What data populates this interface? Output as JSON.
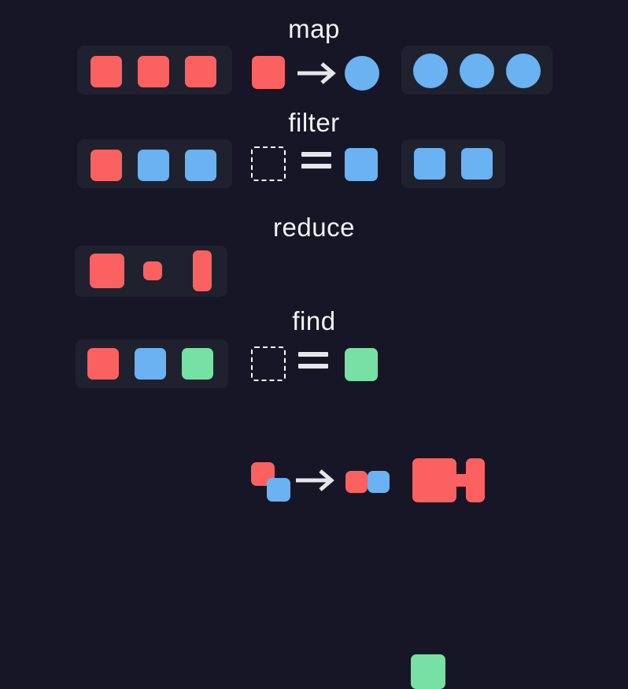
{
  "page": {
    "background_color": "#161627",
    "panel_color": "#20212F",
    "text_color": "#F2F2F7"
  },
  "palette": {
    "red": "#FB6161",
    "blue": "#6AB2F2",
    "green": "#77E0A4",
    "outline": "#FFFFFF",
    "glyph": "#E6E6EB"
  },
  "rows": [
    {
      "id": "map",
      "title": "map",
      "input": {
        "label": "input-collection",
        "items": [
          {
            "shape": "square",
            "color": "red"
          },
          {
            "shape": "square",
            "color": "red"
          },
          {
            "shape": "square",
            "color": "red"
          }
        ]
      },
      "operation": {
        "label": "map-operation",
        "operator": "arrow",
        "operator_glyph": "→",
        "from": [
          {
            "shape": "square",
            "color": "red"
          }
        ],
        "to": [
          {
            "shape": "circle",
            "color": "blue"
          }
        ]
      },
      "output": {
        "label": "output-collection",
        "items": [
          {
            "shape": "circle",
            "color": "blue"
          },
          {
            "shape": "circle",
            "color": "blue"
          },
          {
            "shape": "circle",
            "color": "blue"
          }
        ]
      }
    },
    {
      "id": "filter",
      "title": "filter",
      "input": {
        "label": "input-collection",
        "items": [
          {
            "shape": "square",
            "color": "red"
          },
          {
            "shape": "square",
            "color": "blue"
          },
          {
            "shape": "square",
            "color": "blue"
          }
        ]
      },
      "operation": {
        "label": "filter-predicate",
        "operator": "equals",
        "operator_glyph": "=",
        "from": [
          {
            "shape": "square",
            "color": "none",
            "style": "dashed-outline"
          }
        ],
        "to": [
          {
            "shape": "square",
            "color": "blue"
          }
        ]
      },
      "output": {
        "label": "output-collection",
        "items": [
          {
            "shape": "square",
            "color": "blue"
          },
          {
            "shape": "square",
            "color": "blue"
          }
        ]
      }
    },
    {
      "id": "reduce",
      "title": "reduce",
      "input": {
        "label": "input-collection",
        "items": [
          {
            "shape": "square",
            "color": "red",
            "size": "large"
          },
          {
            "shape": "square",
            "color": "red",
            "size": "small"
          },
          {
            "shape": "rect-tall",
            "color": "red",
            "size": "tall"
          }
        ]
      },
      "operation": {
        "label": "reduce-accumulator",
        "operator": "arrow",
        "operator_glyph": "→",
        "from": [
          {
            "shape": "square",
            "color": "red"
          },
          {
            "shape": "square",
            "color": "blue"
          }
        ],
        "to": [
          {
            "shape": "square",
            "color": "red"
          },
          {
            "shape": "square",
            "color": "blue"
          }
        ]
      },
      "output": {
        "label": "reduced-result",
        "items": [
          {
            "shape": "composite",
            "color": "red"
          }
        ]
      }
    },
    {
      "id": "find",
      "title": "find",
      "input": {
        "label": "input-collection",
        "items": [
          {
            "shape": "square",
            "color": "red"
          },
          {
            "shape": "square",
            "color": "blue"
          },
          {
            "shape": "square",
            "color": "green"
          }
        ]
      },
      "operation": {
        "label": "find-predicate",
        "operator": "equals",
        "operator_glyph": "=",
        "from": [
          {
            "shape": "square",
            "color": "none",
            "style": "dashed-outline"
          }
        ],
        "to": [
          {
            "shape": "square",
            "color": "green"
          }
        ]
      },
      "output": {
        "label": "found-result",
        "items": [
          {
            "shape": "square",
            "color": "green"
          }
        ]
      }
    }
  ]
}
